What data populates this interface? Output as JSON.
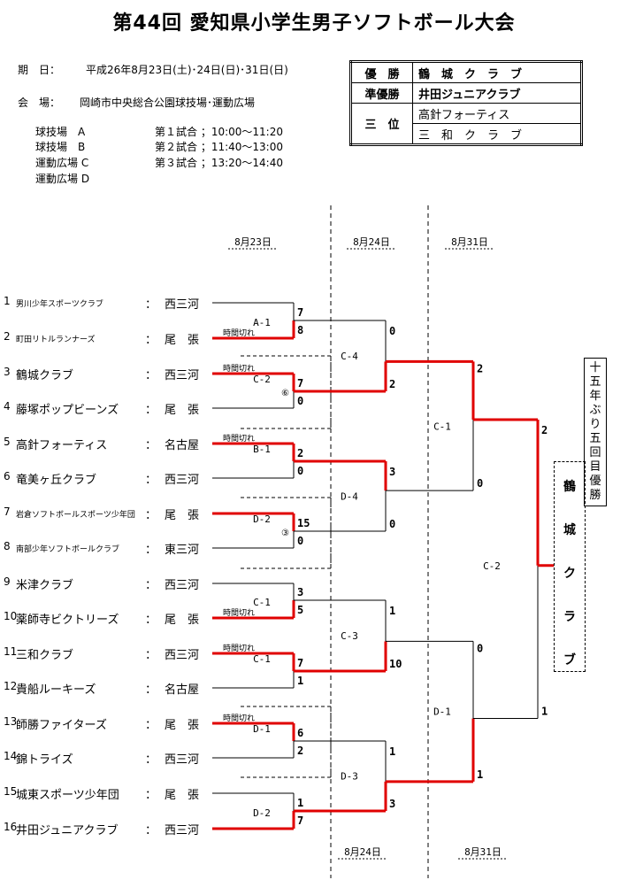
{
  "title": "第44回 愛知県小学生男子ソフトボール大会",
  "period": {
    "label": "期　日：",
    "value": "平成26年8月23日(土)･24日(日)･31日(日)"
  },
  "venue": {
    "label": "会　場：",
    "value": "岡崎市中央総合公園球技場･運動広場"
  },
  "fields": [
    "球技場　A",
    "球技場　B",
    "運動広場 C",
    "運動広場 D"
  ],
  "times": [
    "第１試合 ；10:00～11:20",
    "第２試合 ；11:40～13:00",
    "第３試合 ；13:20～14:40"
  ],
  "results": {
    "champion_label": "優　勝",
    "champion": "鶴　城　ク　ラ　ブ",
    "runnerup_label": "準優勝",
    "runnerup": "井田ジュニアクラブ",
    "third_label": "三　位",
    "third": [
      "高針フォーティス",
      "三　和　ク　ラ　ブ"
    ]
  },
  "dates": {
    "d1": "8月23日",
    "d2": "8月24日",
    "d3": "8月31日"
  },
  "teams": [
    {
      "no": "1",
      "name": "男川少年スポーツクラブ",
      "region": "西三河"
    },
    {
      "no": "2",
      "name": "町田リトルランナーズ",
      "region": "尾　張"
    },
    {
      "no": "3",
      "name": "鶴城クラブ",
      "region": "西三河"
    },
    {
      "no": "4",
      "name": "藤塚ポップビーンズ",
      "region": "尾　張"
    },
    {
      "no": "5",
      "name": "高針フォーティス",
      "region": "名古屋"
    },
    {
      "no": "6",
      "name": "竜美ヶ丘クラブ",
      "region": "西三河"
    },
    {
      "no": "7",
      "name": "岩倉ソフトボールスポーツ少年団",
      "region": "尾　張"
    },
    {
      "no": "8",
      "name": "南部少年ソフトボールクラブ",
      "region": "東三河"
    },
    {
      "no": "9",
      "name": "米津クラブ",
      "region": "西三河"
    },
    {
      "no": "10",
      "name": "薬師寺ビクトリーズ",
      "region": "尾　張"
    },
    {
      "no": "11",
      "name": "三和クラブ",
      "region": "西三河"
    },
    {
      "no": "12",
      "name": "貴船ルーキーズ",
      "region": "名古屋"
    },
    {
      "no": "13",
      "name": "師勝ファイターズ",
      "region": "尾　張"
    },
    {
      "no": "14",
      "name": "錦トライズ",
      "region": "西三河"
    },
    {
      "no": "15",
      "name": "城東スポーツ少年団",
      "region": "尾　張"
    },
    {
      "no": "16",
      "name": "井田ジュニアクラブ",
      "region": "西三河"
    }
  ],
  "colon": "：",
  "r1": [
    {
      "field": "A-1",
      "top": "7",
      "bottom": "8",
      "note": "時間切れ"
    },
    {
      "field": "C-2",
      "top": "7",
      "bottom": "0",
      "note": "時間切れ",
      "inning": "⑥"
    },
    {
      "field": "B-1",
      "top": "2",
      "bottom": "0",
      "note": "時間切れ"
    },
    {
      "field": "D-2",
      "top": "15",
      "bottom": "0",
      "inning": "③"
    },
    {
      "field": "C-1",
      "top": "3",
      "bottom": "5",
      "note": "時間切れ"
    },
    {
      "field": "C-1",
      "top": "7",
      "bottom": "1",
      "note": "時間切れ",
      "note2": "時間切れ"
    },
    {
      "field": "D-1",
      "top": "6",
      "bottom": "2",
      "note": "時間切れ"
    },
    {
      "field": "D-2",
      "top": "1",
      "bottom": "7"
    }
  ],
  "r2": [
    {
      "field": "C-4",
      "top": "0",
      "bottom": "2"
    },
    {
      "field": "D-4",
      "top": "3",
      "bottom": "0"
    },
    {
      "field": "C-3",
      "top": "1",
      "bottom": "10"
    },
    {
      "field": "D-3",
      "top": "1",
      "bottom": "3"
    }
  ],
  "sf": [
    {
      "field": "C-1",
      "top": "2",
      "bottom": "0"
    },
    {
      "field": "D-1",
      "top": "0",
      "bottom": "1"
    }
  ],
  "final": {
    "field": "C-2",
    "top": "2",
    "bottom": "1"
  },
  "winner_chars": [
    "鶴",
    "城",
    "ク",
    "ラ",
    "ブ"
  ],
  "record_chars": [
    "十",
    "五",
    "年",
    "ぶ",
    "り",
    "五",
    "回",
    "目",
    "優",
    "勝"
  ],
  "colors": {
    "win": "#e00000",
    "line": "#000000"
  }
}
